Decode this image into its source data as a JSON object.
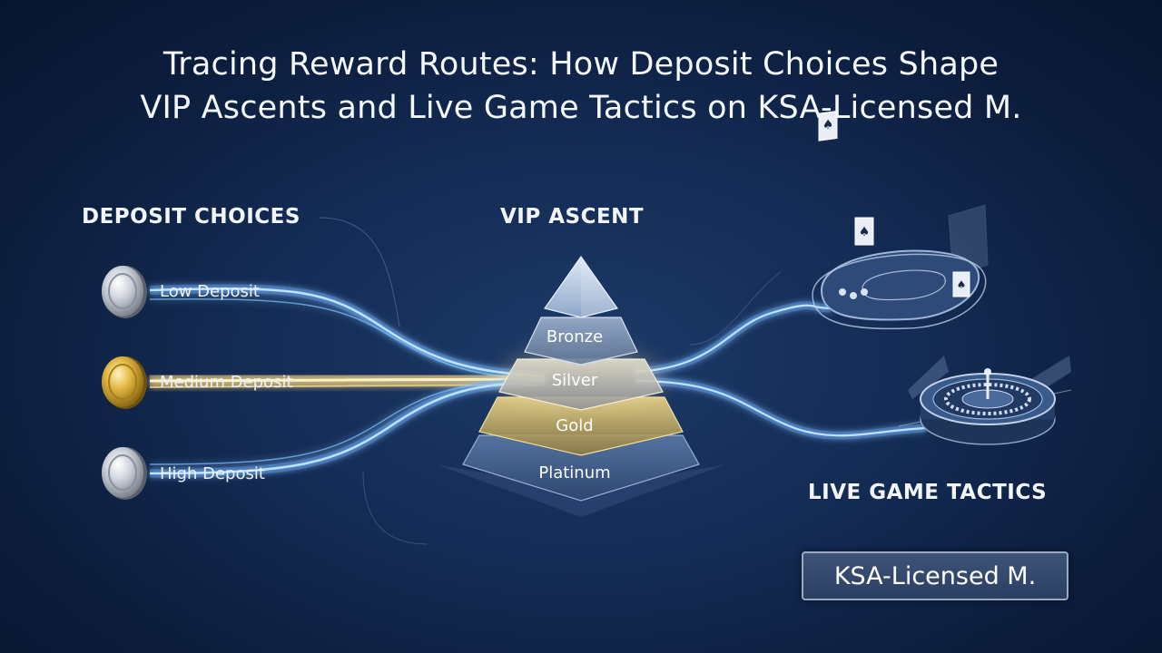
{
  "title": {
    "line1": "Tracing Reward Routes: How Deposit Choices Shape",
    "line2": "VIP Ascents and Live Game Tactics on KSA-Licensed M."
  },
  "headings": {
    "deposit_choices": "DEPOSIT CHOICES",
    "vip_ascent": "VIP ASCENT",
    "live_game_tactics": "LIVE GAME TACTICS"
  },
  "deposits": [
    {
      "label": "Low Deposit",
      "coin": "silver"
    },
    {
      "label": "Medium Deposit",
      "coin": "gold"
    },
    {
      "label": "High Deposit",
      "coin": "silver"
    }
  ],
  "vip_tiers": [
    "Bronze",
    "Silver",
    "Gold",
    "Platinum"
  ],
  "live_games": [
    {
      "name": "card-table-icon"
    },
    {
      "name": "roulette-wheel-icon"
    }
  ],
  "badge": "KSA-Licensed M.",
  "colors": {
    "background": "#142c55",
    "route_blue": "#7fc4ff",
    "route_gold": "#ffe08a",
    "gold_tier": "#d8b960",
    "coin_gold": "#e2b842",
    "coin_silver": "#c9ced6"
  }
}
